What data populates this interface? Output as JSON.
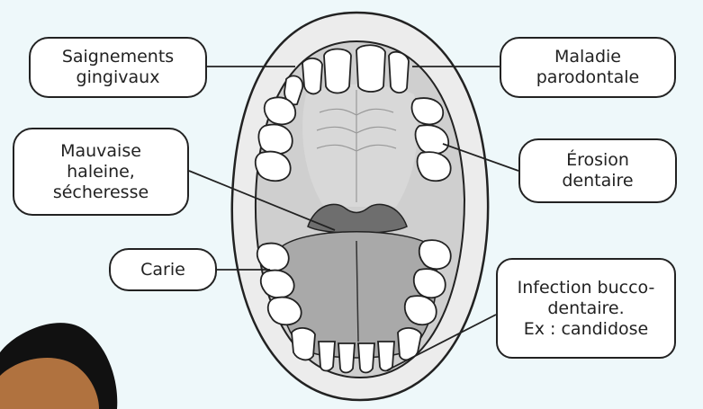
{
  "labels": {
    "saignements": "Saignements\ngingivaux",
    "parodontale": "Maladie\nparodontale",
    "mauvaise_haleine": "Mauvaise\nhaleine,\nsécheresse",
    "erosion": "Érosion\ndentaire",
    "carie": "Carie",
    "infection": "Infection bucco-\ndentaire.\nEx : candidose"
  },
  "colors": {
    "background": "#eef8fa",
    "lips": "#ececec",
    "mouth_inner": "#cfcfcf",
    "tongue": "#a9a9a9",
    "throat": "#6e6e6e",
    "teeth": "#ffffff",
    "outline": "#222222",
    "skin": "#b0723f",
    "hair": "#111111"
  }
}
